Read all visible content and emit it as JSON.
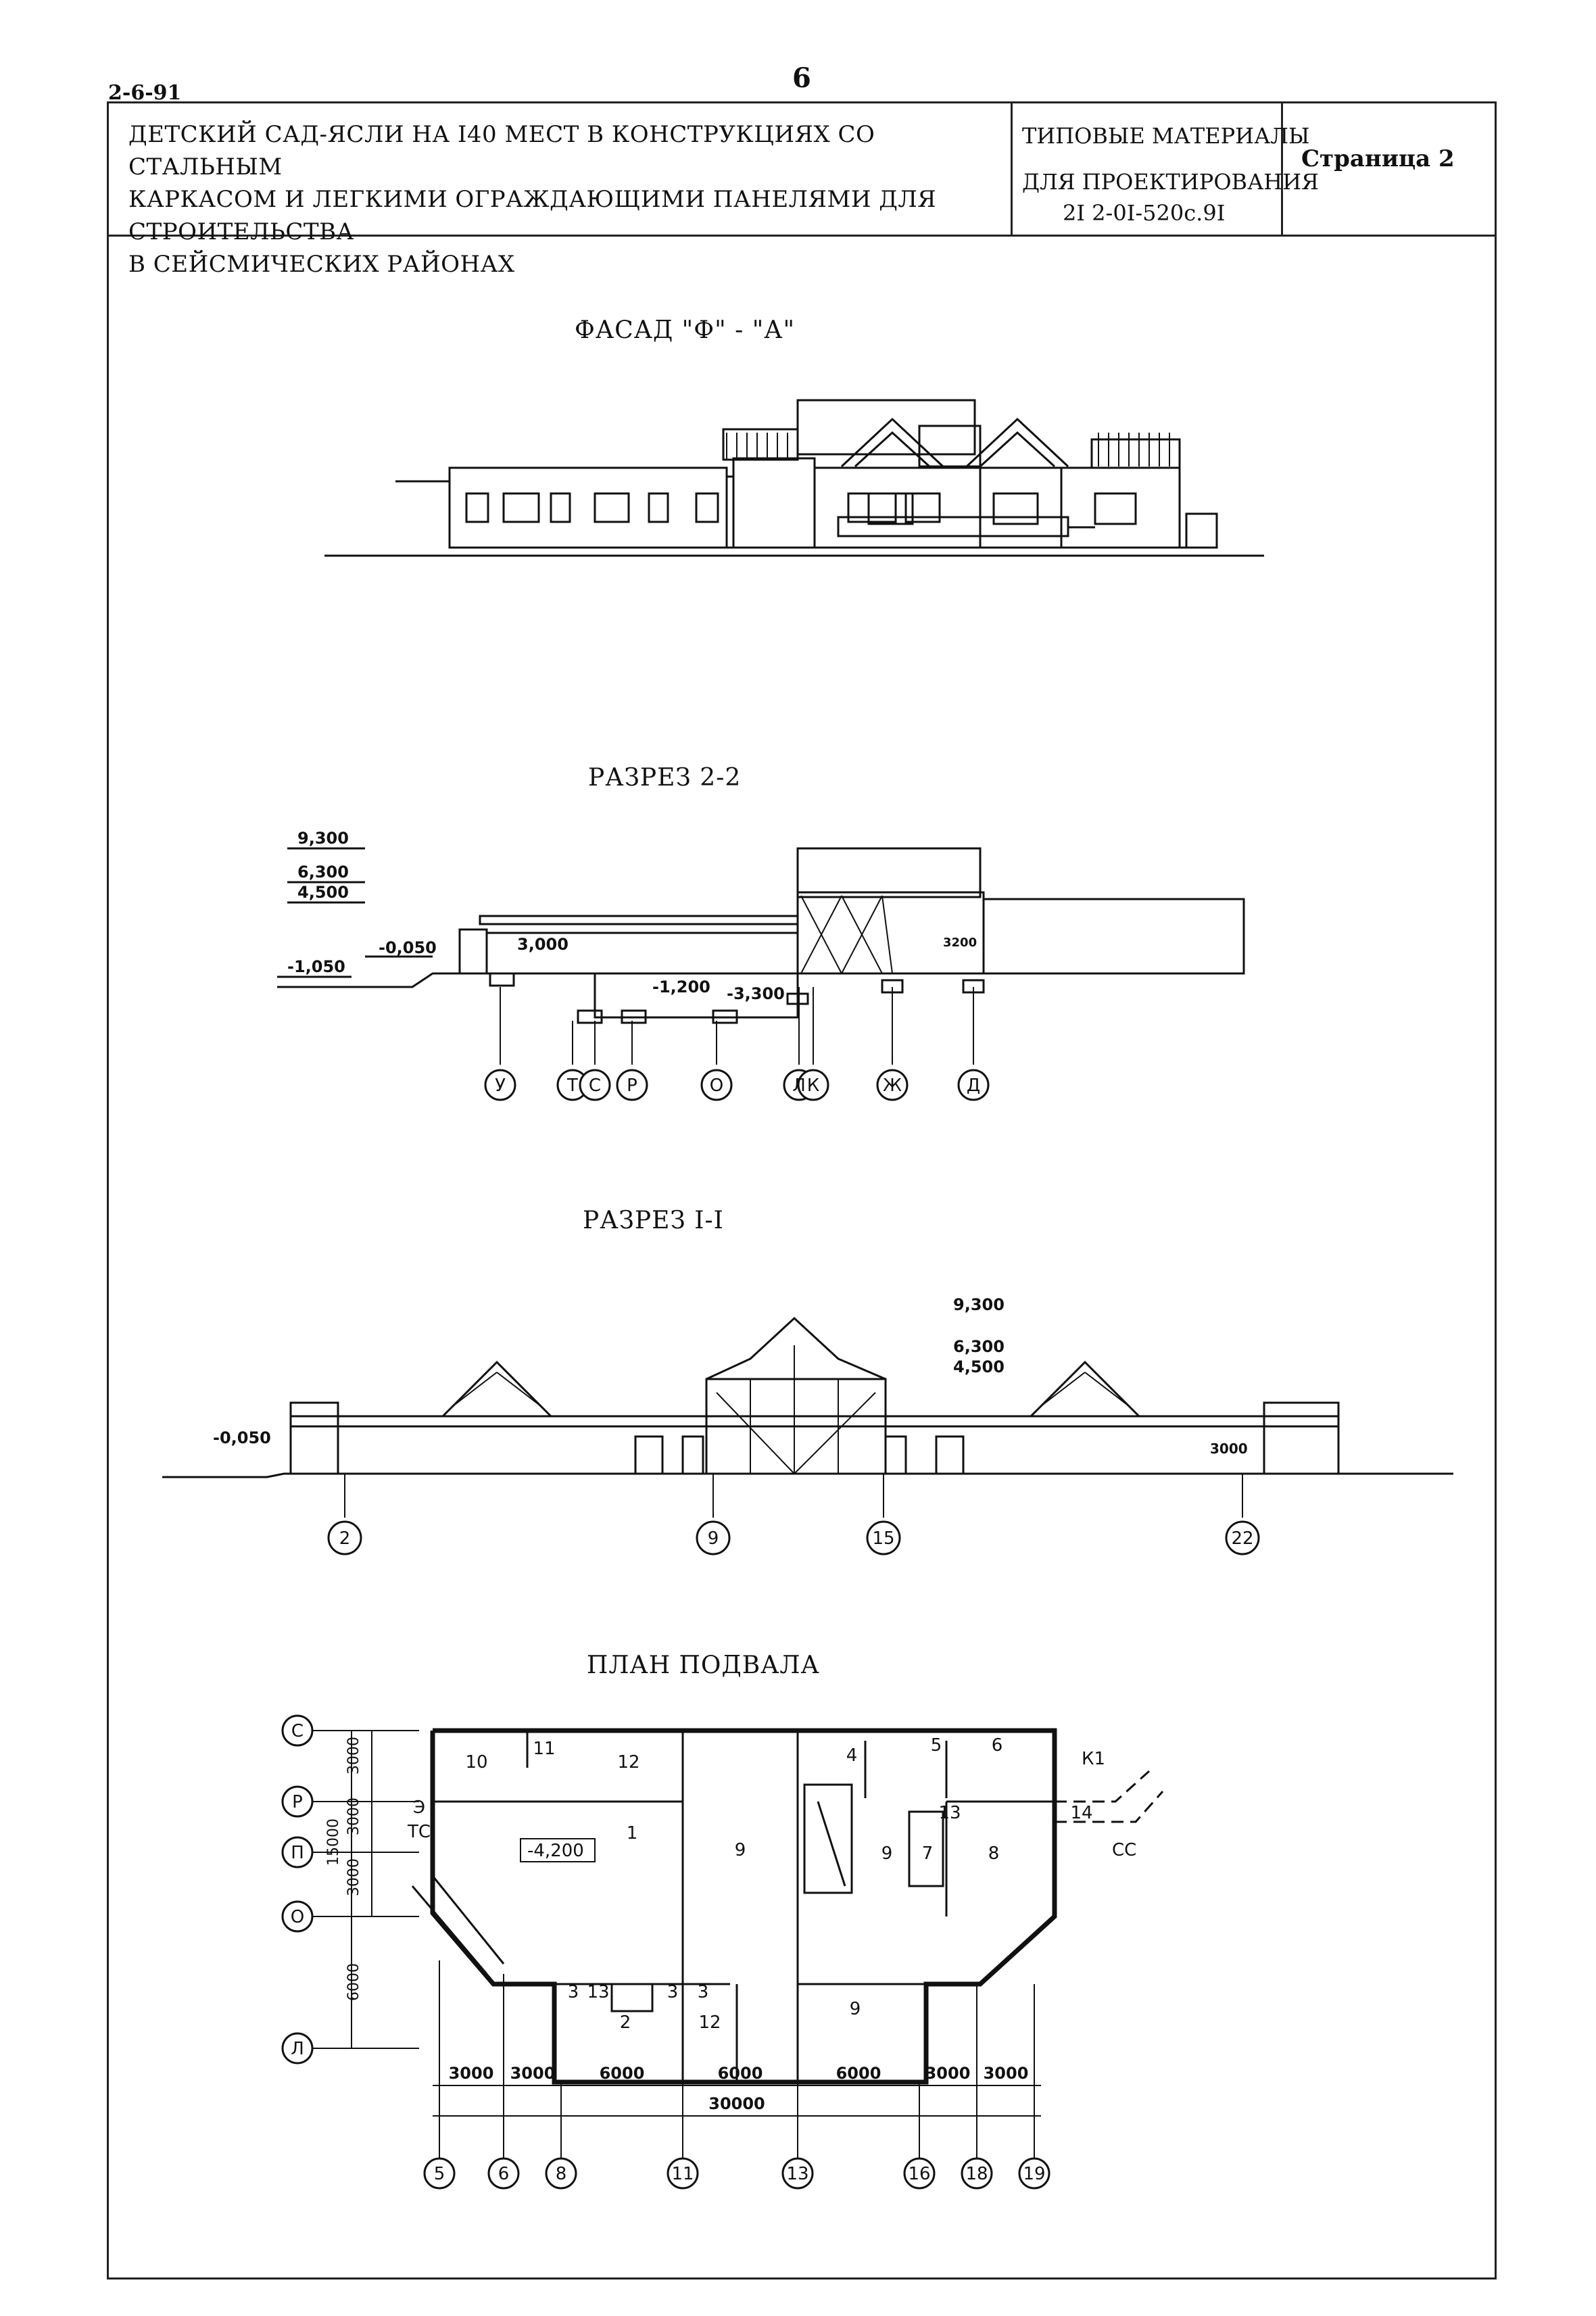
{
  "header": {
    "doc_code": "2-6-91",
    "page_number": "6",
    "title_lines": [
      "ДЕТСКИЙ САД-ЯСЛИ НА I40 МЕСТ В КОНСТРУКЦИЯХ СО СТАЛЬНЫМ",
      "КАРКАСОМ И ЛЕГКИМИ ОГРАЖДАЮЩИМИ ПАНЕЛЯМИ ДЛЯ СТРОИТЕЛЬСТВА",
      "В СЕЙСМИЧЕСКИХ РАЙОНАХ"
    ],
    "typical_materials": "ТИПОВЫЕ МАТЕРИАЛЫ",
    "for_design": "ДЛЯ ПРОЕКТИРОВАНИЯ",
    "series": "2I 2-0I-520с.9I",
    "page_label": "Страница 2"
  },
  "facade": {
    "title": "ФАСАД \"Ф\" - \"А\""
  },
  "section22": {
    "title": "РАЗРЕЗ 2-2",
    "elevations": [
      "9,300",
      "6,300",
      "4,500",
      "-0,050",
      "-1,050",
      "3,000",
      "-1,200",
      "-3,300",
      "3200"
    ],
    "axes": [
      "У",
      "Т",
      "С",
      "Р",
      "О",
      "Л",
      "К",
      "Ж",
      "Д"
    ]
  },
  "section11": {
    "title": "РАЗРЕЗ I-I",
    "elevations": [
      "9,300",
      "6,300",
      "4,500",
      "-0,050",
      "3000"
    ],
    "axes": [
      "2",
      "9",
      "15",
      "22"
    ]
  },
  "basement": {
    "title": "ПЛАН ПОДВАЛА",
    "row_axes": [
      "С",
      "Р",
      "П",
      "О",
      "Л"
    ],
    "col_axes": [
      "5",
      "6",
      "8",
      "11",
      "13",
      "16",
      "18",
      "19"
    ],
    "row_dims": [
      "3000",
      "3000",
      "3000",
      "15000",
      "6000"
    ],
    "col_dims": [
      "3000",
      "3000",
      "6000",
      "6000",
      "6000",
      "3000",
      "3000"
    ],
    "total_dim": "30000",
    "floor_mark": "-4,200",
    "rooms": [
      "10",
      "11",
      "12",
      "1",
      "9",
      "4",
      "5",
      "6",
      "13",
      "7",
      "8",
      "9",
      "2",
      "12",
      "9",
      "3",
      "13",
      "3",
      "3",
      "Э",
      "ТС",
      "14"
    ],
    "labels": [
      "К1",
      "СС"
    ]
  }
}
